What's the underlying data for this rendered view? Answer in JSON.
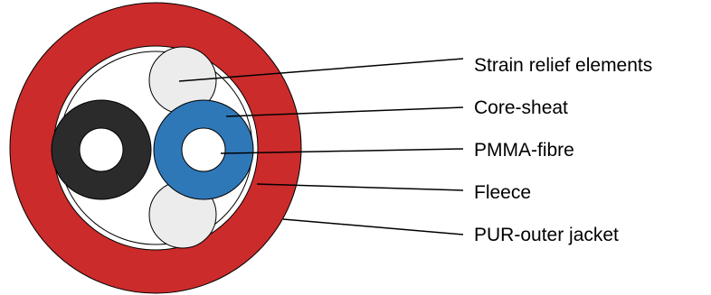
{
  "labels": {
    "strain_relief": "Strain relief elements",
    "core_sheath": "Core-sheat",
    "pmma_fibre": "PMMA-fibre",
    "fleece": "Fleece",
    "pur_jacket": "PUR-outer jacket"
  },
  "colors": {
    "outer_jacket": "#cc2b2b",
    "fleece": "#ffffff",
    "strain_relief": "#ececec",
    "core_sheath_blue": "#2f78b8",
    "core_sheath_black": "#2b2b2b",
    "fibre": "#ffffff",
    "outline": "#000000"
  }
}
